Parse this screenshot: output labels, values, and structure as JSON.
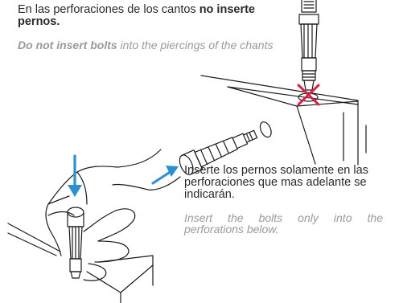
{
  "top_note": {
    "es_prefix": "En las perforaciones de los cantos ",
    "es_bold": "no inserte pernos.",
    "en_bold": "Do not insert bolts",
    "en_rest": " into the piercings of the chants"
  },
  "bottom_note": {
    "es": "Inserte los pernos solamente en las perforaciones que mas adelante se indicarán.",
    "en": "Insert the bolts only into the perforations below."
  },
  "colors": {
    "text": "#2a2a2a",
    "english_text": "#9a9a9a",
    "arrow": "#2b8fd0",
    "cross": "#d6234a"
  },
  "icons": [
    "down-arrow-icon",
    "insert-arrow-icon",
    "prohibited-cross-icon"
  ]
}
